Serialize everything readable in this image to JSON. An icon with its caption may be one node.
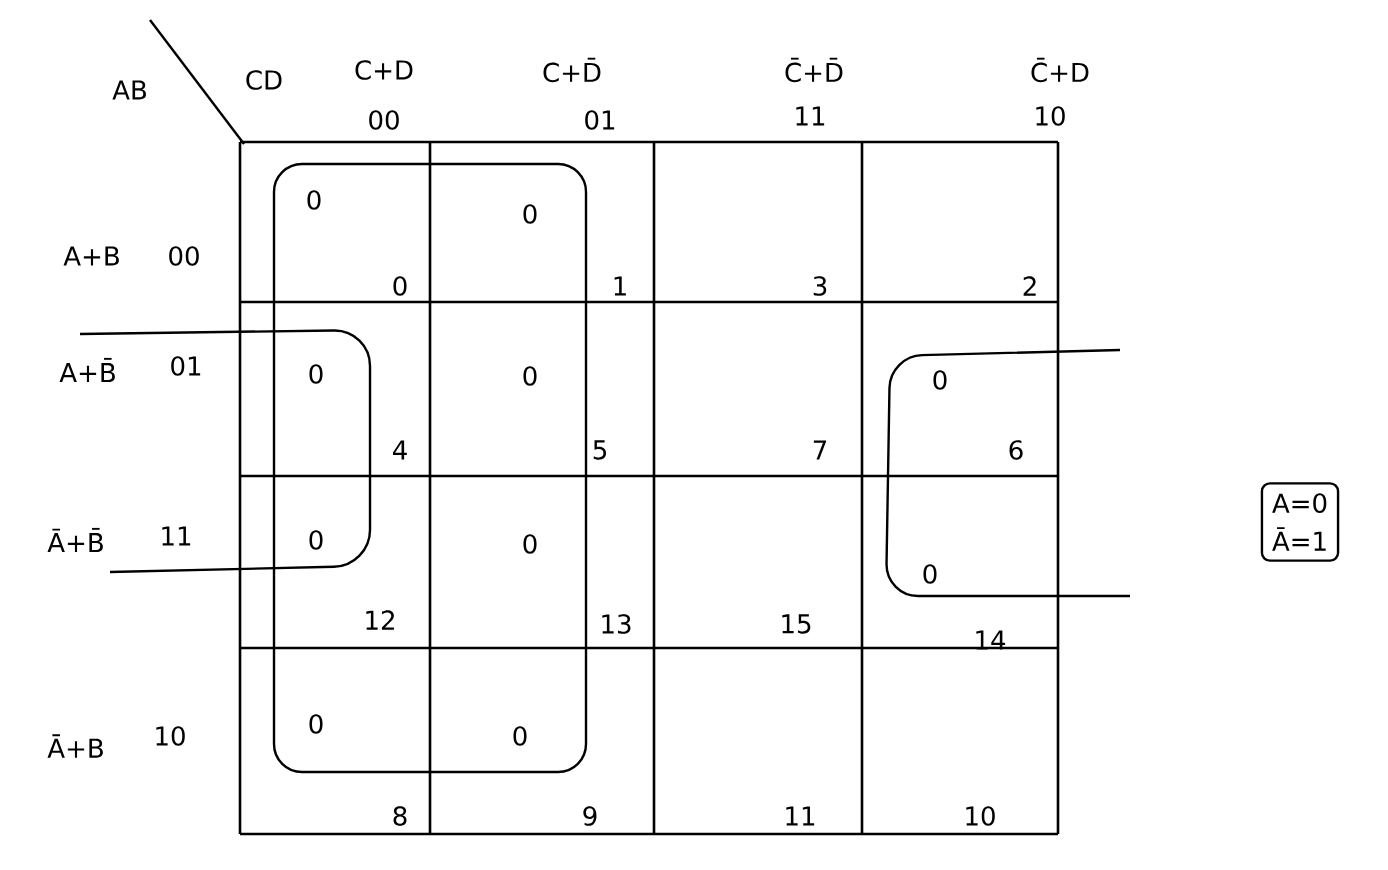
{
  "diagram": {
    "nodes": [
      {
        "text": [
          "A=0",
          "Ā=1"
        ]
      }
    ],
    "labels": [
      "AB",
      "CD",
      "C+D",
      "00",
      "C+D̄",
      "01",
      "C̄+D̄",
      "11",
      "C̄+D",
      "10",
      "A+B",
      "00",
      "0",
      "0",
      "0",
      "1",
      "3",
      "2",
      "A+B̄",
      "01",
      "0",
      "4",
      "0",
      "5",
      "7",
      "0",
      "6",
      "Ā+B̄",
      "11",
      "0",
      "12",
      "0",
      "13",
      "15",
      "0",
      "14",
      "Ā+B",
      "10",
      "0",
      "8",
      "0",
      "9",
      "11",
      "10"
    ]
  }
}
